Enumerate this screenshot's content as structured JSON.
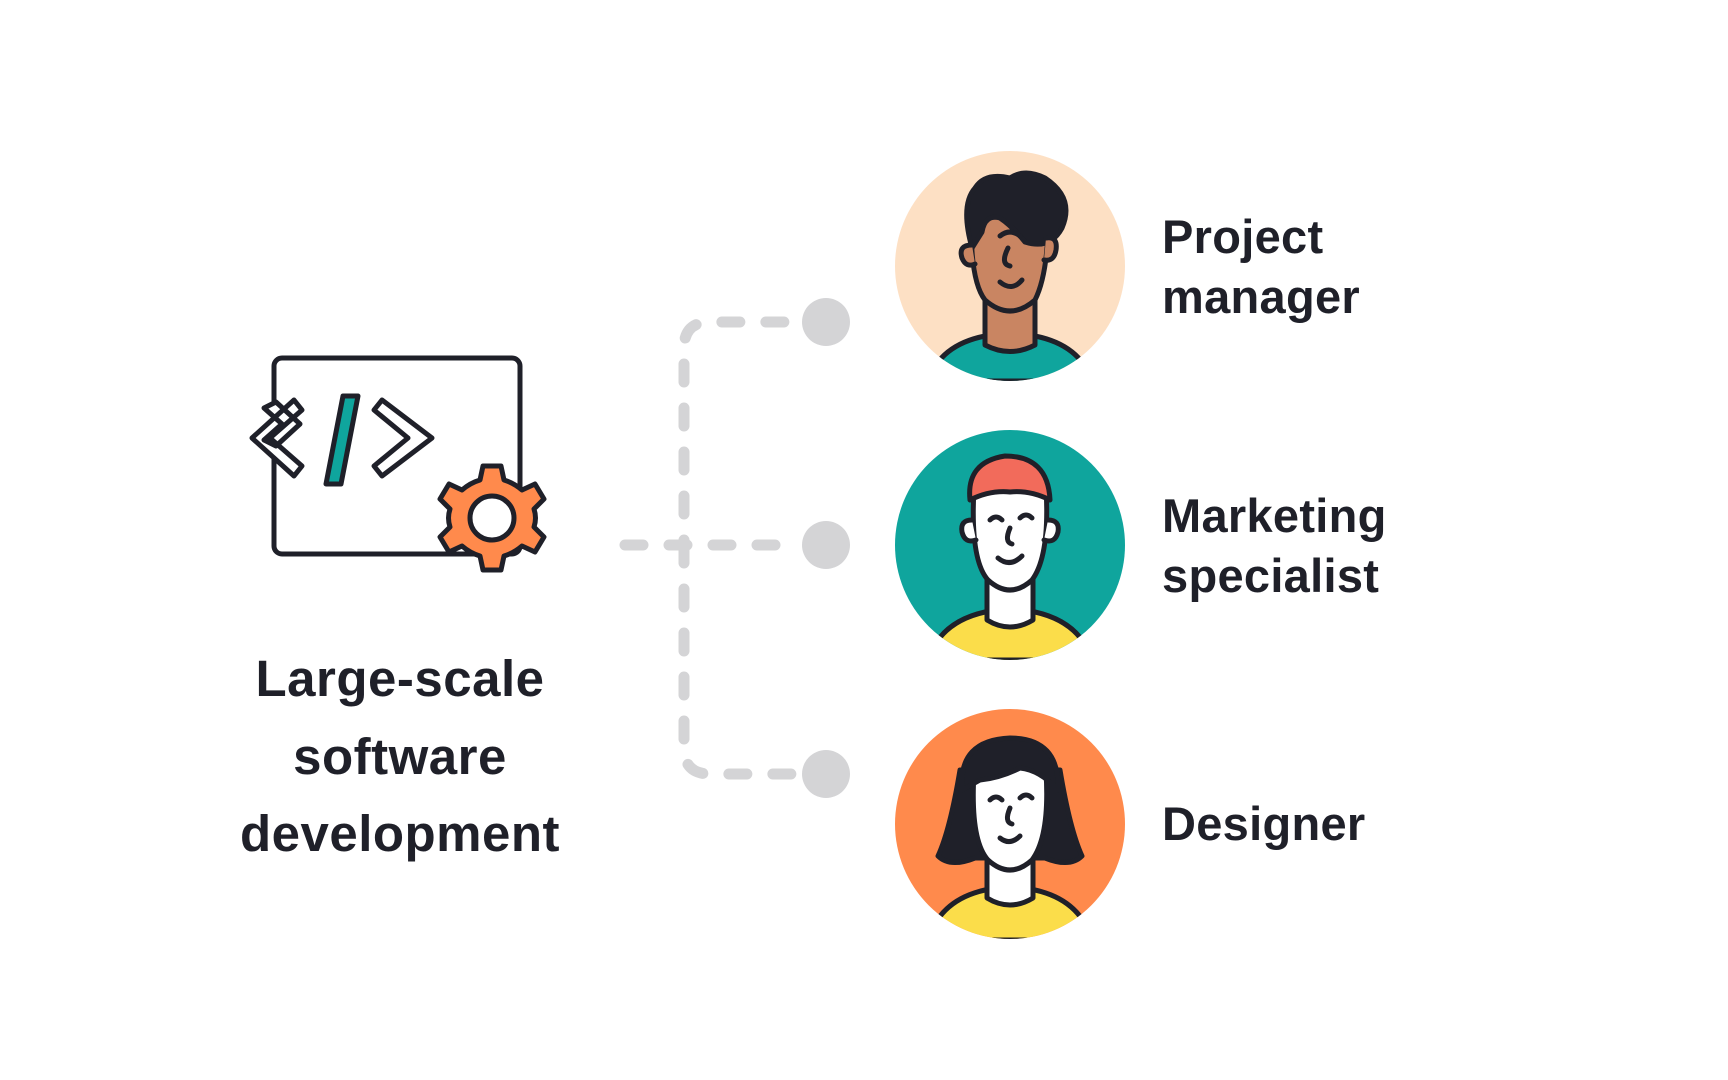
{
  "source": {
    "label_lines": [
      "Large-scale",
      "software",
      "development"
    ],
    "icon": "code-window-gear-icon",
    "accent": "#0fa59d",
    "gear_color": "#ff8a4c"
  },
  "roles": [
    {
      "label_lines": [
        "Project",
        "manager"
      ],
      "avatar": "person-avatar-icon",
      "bg": "#fde0c4"
    },
    {
      "label_lines": [
        "Marketing",
        "specialist"
      ],
      "avatar": "person-avatar-icon",
      "bg": "#0fa59d"
    },
    {
      "label_lines": [
        "Designer"
      ],
      "avatar": "person-avatar-icon",
      "bg": "#ff8a4c"
    }
  ],
  "colors": {
    "text": "#1f2029",
    "connector": "#d4d4d6",
    "outline": "#1f2029"
  }
}
